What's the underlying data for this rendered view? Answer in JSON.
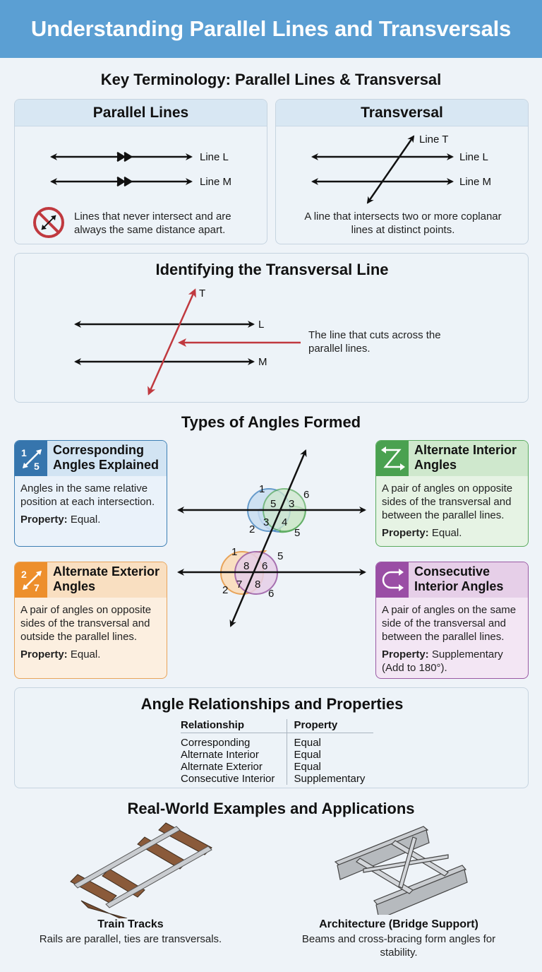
{
  "header": {
    "title": "Understanding Parallel Lines and Transversals"
  },
  "key_terminology": {
    "title": "Key Terminology: Parallel Lines & Transversal",
    "parallel_lines": {
      "title": "Parallel Lines",
      "line_labels": [
        "Line L",
        "Line M"
      ],
      "description": "Lines that never intersect and are always the same distance apart.",
      "icon": "no-intersect-icon"
    },
    "transversal": {
      "title": "Transversal",
      "line_labels": [
        "Line T",
        "Line L",
        "Line M"
      ],
      "description": "A line that intersects two or more coplanar lines at distinct points."
    }
  },
  "identifying": {
    "title": "Identifying the Transversal Line",
    "labels": {
      "t": "T",
      "l": "L",
      "m": "M"
    },
    "callout": "The line that cuts across the parallel lines.",
    "accent_color": "#c0393f"
  },
  "angles": {
    "title": "Types of Angles Formed",
    "cards": [
      {
        "id": "corresponding",
        "title": "Corresponding Angles Explained",
        "icon_numbers": [
          "1",
          "5"
        ],
        "description": "Angles in the same relative position at each intersection.",
        "property_label": "Property:",
        "property_value": "Equal.",
        "color": "#3675ad"
      },
      {
        "id": "alternate-interior",
        "title": "Alternate Interior Angles",
        "description": "A pair of angles on opposite sides of the transversal and between the parallel lines.",
        "property_label": "Property:",
        "property_value": "Equal.",
        "color": "#4aa150"
      },
      {
        "id": "alternate-exterior",
        "title": "Alternate Exterior Angles",
        "icon_numbers": [
          "2",
          "7"
        ],
        "description": "A pair of angles on opposite sides of the transversal and outside the parallel lines.",
        "property_label": "Property:",
        "property_value": "Equal.",
        "color": "#ed8f2c"
      },
      {
        "id": "consecutive-interior",
        "title": "Consecutive Interior Angles",
        "description": "A pair of angles on the same side of the transversal and between the parallel lines.",
        "property_label": "Property:",
        "property_value": "Supplementary (Add to 180°).",
        "color": "#9a4ea5"
      }
    ],
    "diagram": {
      "top_outer": [
        "1",
        "6",
        "2",
        "5"
      ],
      "top_inner": [
        "5",
        "3",
        "3",
        "4"
      ],
      "bottom_outer": [
        "1",
        "5",
        "2",
        "6"
      ],
      "bottom_inner": [
        "8",
        "6",
        "7",
        "8"
      ]
    }
  },
  "relationships": {
    "title": "Angle Relationships and Properties",
    "columns": [
      "Relationship",
      "Property"
    ],
    "rows": [
      [
        "Corresponding",
        "Equal"
      ],
      [
        "Alternate Interior",
        "Equal"
      ],
      [
        "Alternate Exterior",
        "Equal"
      ],
      [
        "Consecutive Interior",
        "Supplementary"
      ]
    ]
  },
  "examples": {
    "title": "Real-World Examples and Applications",
    "items": [
      {
        "title": "Train Tracks",
        "description": "Rails are parallel, ties are transversals."
      },
      {
        "title": "Architecture (Bridge Support)",
        "description": "Beams and cross-bracing form angles for stability."
      }
    ]
  }
}
